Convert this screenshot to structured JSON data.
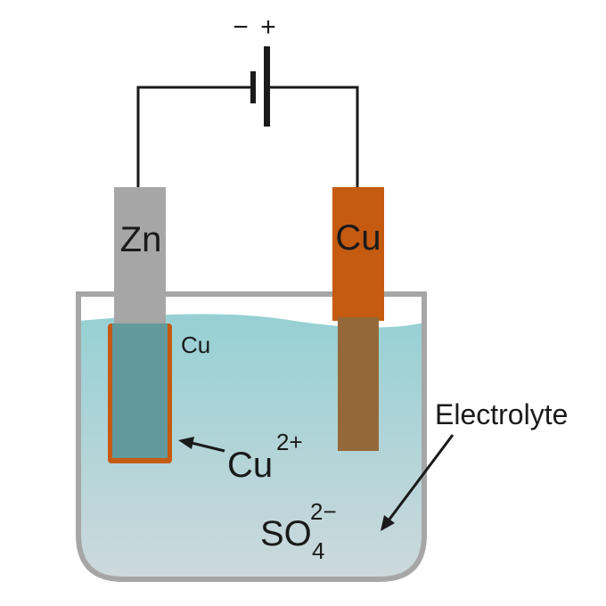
{
  "battery": {
    "minus": "−",
    "plus": "+"
  },
  "electrodes": {
    "left": {
      "label": "Zn",
      "color": "#a6a6a6"
    },
    "right": {
      "label": "Cu",
      "color": "#c55a11"
    }
  },
  "plating": {
    "label": "Cu",
    "color": "#c55a11"
  },
  "ions": {
    "cation": {
      "symbol": "Cu",
      "charge": "2+"
    },
    "anion": {
      "symbol": "SO",
      "subscript": "4",
      "charge": "2−"
    }
  },
  "electrolyte": {
    "label": "Electrolyte",
    "color": "#a9d3d6"
  },
  "colors": {
    "wire": "#1a1a1a",
    "beaker": "#a6a6a6"
  }
}
